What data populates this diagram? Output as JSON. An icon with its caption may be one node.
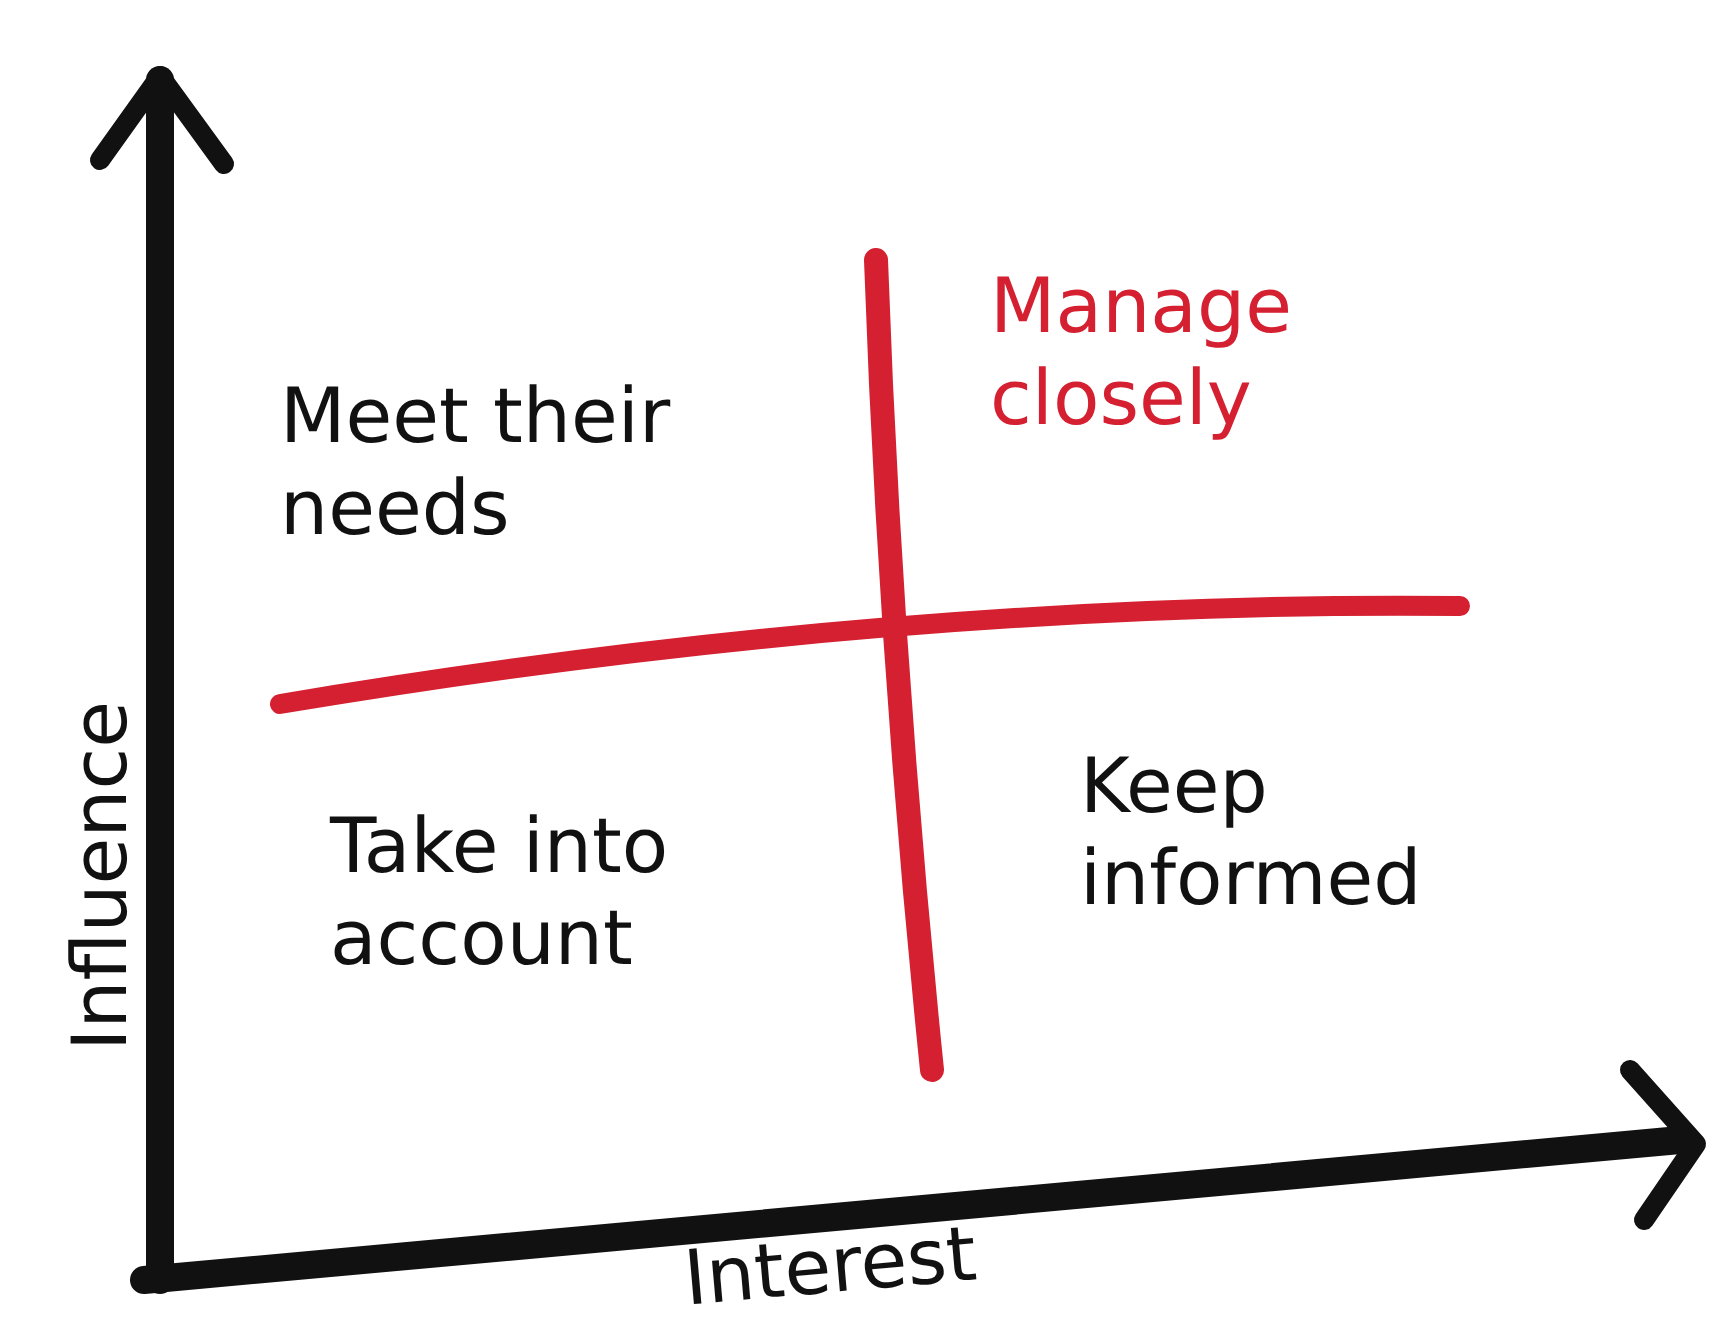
{
  "diagram": {
    "labels": [
      "Manage closely",
      "Meet their needs",
      "Take into account",
      "Keep informed",
      "Influence",
      "Interest"
    ]
  }
}
